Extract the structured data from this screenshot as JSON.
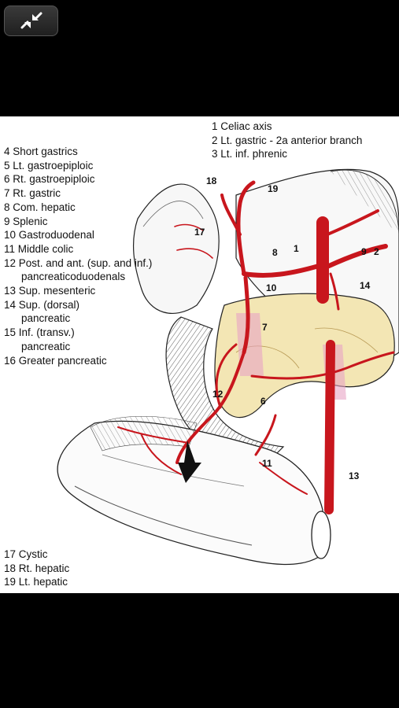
{
  "toolbar": {
    "collapse_icon": "collapse-arrows-icon"
  },
  "colors": {
    "artery": "#c8161d",
    "bg": "#ffffff",
    "chrome": "#000000",
    "tissue": "#f3e6b4",
    "pink": "#e7a3c4"
  },
  "legend_top": [
    {
      "label": "1 Celiac axis"
    },
    {
      "label": "2 Lt. gastric - 2a anterior branch"
    },
    {
      "label": "3 Lt. inf. phrenic"
    }
  ],
  "legend_left": [
    {
      "label": "4 Short gastrics"
    },
    {
      "label": "5 Lt. gastroepiploic"
    },
    {
      "label": "6 Rt. gastroepiploic"
    },
    {
      "label": "7 Rt. gastric"
    },
    {
      "label": "8 Com. hepatic"
    },
    {
      "label": "9 Splenic"
    },
    {
      "label": "10 Gastroduodenal"
    },
    {
      "label": "11 Middle colic"
    },
    {
      "label": "12 Post. and ant. (sup. and inf.)"
    },
    {
      "label": "pancreaticoduodenals",
      "indent": true
    },
    {
      "label": "13 Sup. mesenteric"
    },
    {
      "label": "14 Sup. (dorsal)"
    },
    {
      "label": "pancreatic",
      "indent": true
    },
    {
      "label": "15 Inf. (transv.)"
    },
    {
      "label": "pancreatic",
      "indent": true
    },
    {
      "label": "16 Greater pancreatic"
    }
  ],
  "legend_bottom": [
    {
      "label": "17 Cystic"
    },
    {
      "label": "18 Rt. hepatic"
    },
    {
      "label": "19 Lt. hepatic"
    }
  ],
  "callouts": {
    "c1": "1",
    "c2": "2",
    "c6": "6",
    "c7": "7",
    "c8": "8",
    "c9": "9",
    "c10": "10",
    "c11": "11",
    "c12": "12",
    "c13": "13",
    "c14": "14",
    "c17": "17",
    "c18": "18",
    "c19": "19"
  }
}
